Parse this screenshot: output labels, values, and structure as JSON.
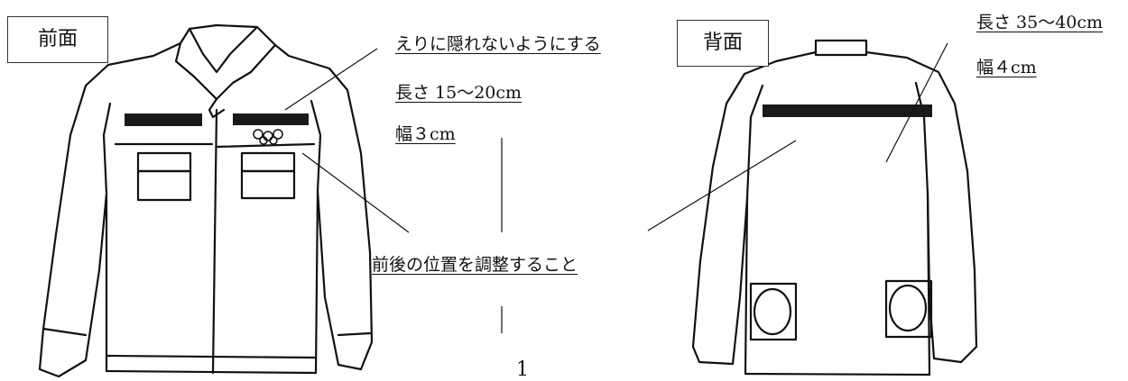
{
  "front": {
    "title": "前面",
    "notes": {
      "collar": "えりに隠れないようにする",
      "length": "長さ 15〜20cm",
      "width": "幅３cm"
    }
  },
  "back": {
    "title": "背面",
    "notes": {
      "length": "長さ 35〜40cm",
      "width": "幅４cm"
    }
  },
  "shared_note": "前後の位置を調整すること",
  "page_number": "1",
  "colors": {
    "ink": "#111111",
    "stripe": "#1a1a1a",
    "box_border": "#333333"
  },
  "icons": [
    "front-jacket-icon",
    "back-jacket-icon",
    "emblem-icon"
  ]
}
